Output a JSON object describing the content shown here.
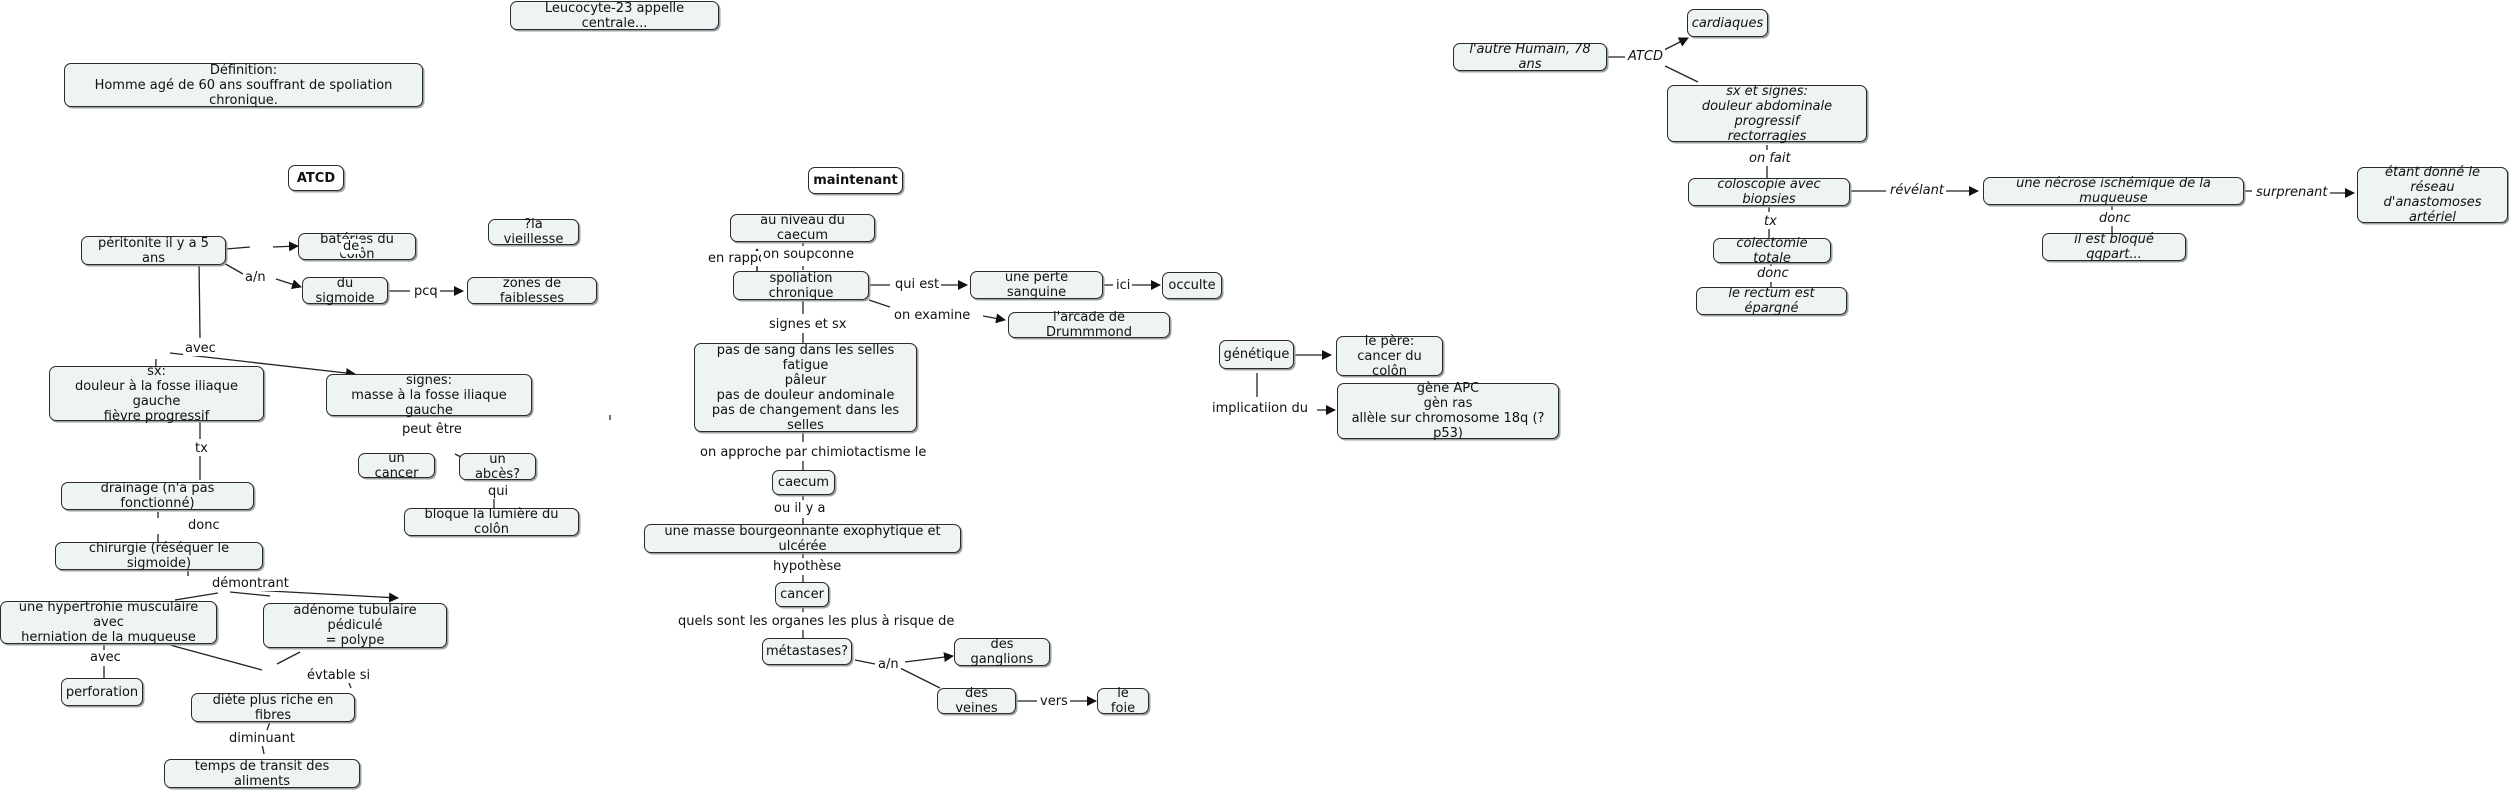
{
  "nodes": {
    "title": "Leucocyte-23 appelle centrale...",
    "definition": "Définition:\nHomme agé de 60 ans souffrant de spoliation chronique.",
    "atcd_head": "ATCD",
    "peritonite": "péritonite il y a 5 ans",
    "bateries": "batéries du colôn",
    "sigmoide": "du sigmoide",
    "vieillesse": "?la vieillesse",
    "faiblesses": "zones de faiblesses",
    "sx": "sx:\ndouleur à la fosse iliaque gauche\nfièvre progressif",
    "signes": "signes:\nmasse à la fosse iliaque gauche",
    "cancer1": "un cancer",
    "abces": "un abcès?",
    "bloque": "bloque la lumière du colôn",
    "drainage": "drainage (n'a pas fonctionné)",
    "chirurgie": "chirurgie (réséquer le sigmoide)",
    "hypertrophie": "une hypertrohie musculaire avec\nherniation de la muqueuse",
    "adenome": "adénome tubulaire pédiculé\n= polype",
    "perforation": "perforation",
    "diete": "diéte plus riche en fibres",
    "transit": "temps de transit des aliments",
    "maintenant": "maintenant",
    "caecum_niveau": "au niveau du caecum",
    "spoliation": "spoliation chronique",
    "perte": "une perte sanguine",
    "occulte": "occulte",
    "drummond": "l'arcade de Drummmond",
    "pas_sang": "pas de sang dans les selles\nfatigue\npâleur\npas de douleur andominale\npas de changement dans les selles",
    "caecum": "caecum",
    "masse": "une masse bourgeonnante exophytique et ulcérée",
    "cancer2": "cancer",
    "metastases": "métastases?",
    "ganglions": "des ganglions",
    "veines": "des veines",
    "foie": "le foie",
    "genetique": "génétique",
    "pere": "le père:\ncancer du colôn",
    "genes": "gène APC\ngèn ras\nallèle sur chromosome 18q (?p53)",
    "humain": "l'autre Humain, 78 ans",
    "cardiaques": "cardiaques",
    "sx_signes": "sx et signes:\ndouleur abdominale progressif\nrectorragies",
    "coloscopie": "coloscopie avec biopsies",
    "necrose": "une nécrose ischémique de la muqueuse",
    "etant": "étant donné le\nréseau d'anastomoses\nartériel",
    "colectomie": "colectomie totale",
    "bloque_qq": "il est bloqué qqpart...",
    "rectum": "le rectum est épargné"
  },
  "labels": {
    "de": "de",
    "an1": "a/n",
    "pcq": "pcq",
    "en_rapport": "en rapport avec",
    "avec1": "avec",
    "peut_etre": "peut être",
    "qui": "qui",
    "tx1": "tx",
    "donc1": "donc",
    "demontrant": "démontrant",
    "avec2": "avec",
    "evitable": "évtable si",
    "diminuant": "diminuant",
    "on_soupconne": "on soupconne",
    "qui_est": "qui est",
    "ici": "ici",
    "on_examine": "on examine",
    "signes_sx": "signes et sx",
    "approche": "on approche par chimiotactisme le",
    "ou_il": "ou il y a",
    "hypothese": "hypothèse",
    "quels": "quels sont les organes les plus à risque de",
    "an2": "a/n",
    "vers": "vers",
    "implication": "implicatiion du",
    "atcd_lbl": "ATCD",
    "on_fait": "on fait",
    "revelant": "révélant",
    "surprenant": "surprenant",
    "tx2": "tx",
    "donc2": "donc",
    "donc3": "donc"
  }
}
